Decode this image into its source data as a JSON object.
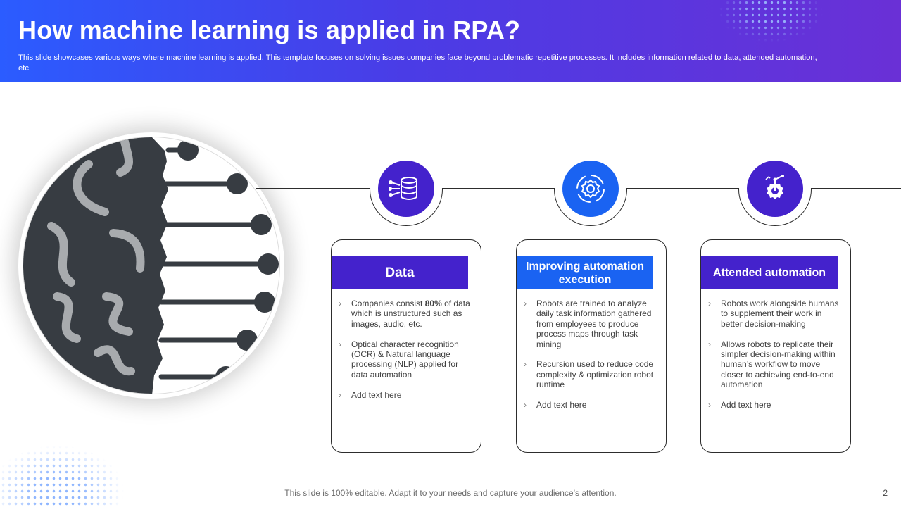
{
  "header": {
    "title": "How machine learning is applied in RPA?",
    "subtitle": "This slide showcases various ways where machine learning is applied. This template focuses on solving issues companies face beyond problematic repetitive processes. It includes information related to data, attended automation, etc."
  },
  "colors": {
    "purple": "#4422cc",
    "blue": "#1a63f2",
    "dark": "#373c42",
    "gray": "#a8abae"
  },
  "cards": [
    {
      "icon": "database-network-icon",
      "title": "Data",
      "bullets": [
        "Companies consist ",
        "80%",
        " of data which is unstructured such as images, audio, etc.",
        "Optical character recognition (OCR) & Natural language processing (NLP) applied for data automation",
        "Add text here"
      ]
    },
    {
      "icon": "gear-automation-icon",
      "title": "Improving automation execution",
      "bullets": [
        "Robots are trained to analyze daily task information gathered from employees to produce process maps through task mining",
        "Recursion used to reduce code complexity & optimization robot runtime",
        "Add text here"
      ]
    },
    {
      "icon": "gear-robot-arm-icon",
      "title": "Attended automation",
      "bullets": [
        "Robots work alongside humans to supplement their work in better decision-making",
        "Allows robots to replicate their simpler decision-making within human’s workflow to move closer to achieving end-to-end automation",
        "Add text here"
      ]
    }
  ],
  "footer": {
    "note": "This slide is 100% editable. Adapt it to your needs and capture your audience’s attention.",
    "page": "2"
  }
}
